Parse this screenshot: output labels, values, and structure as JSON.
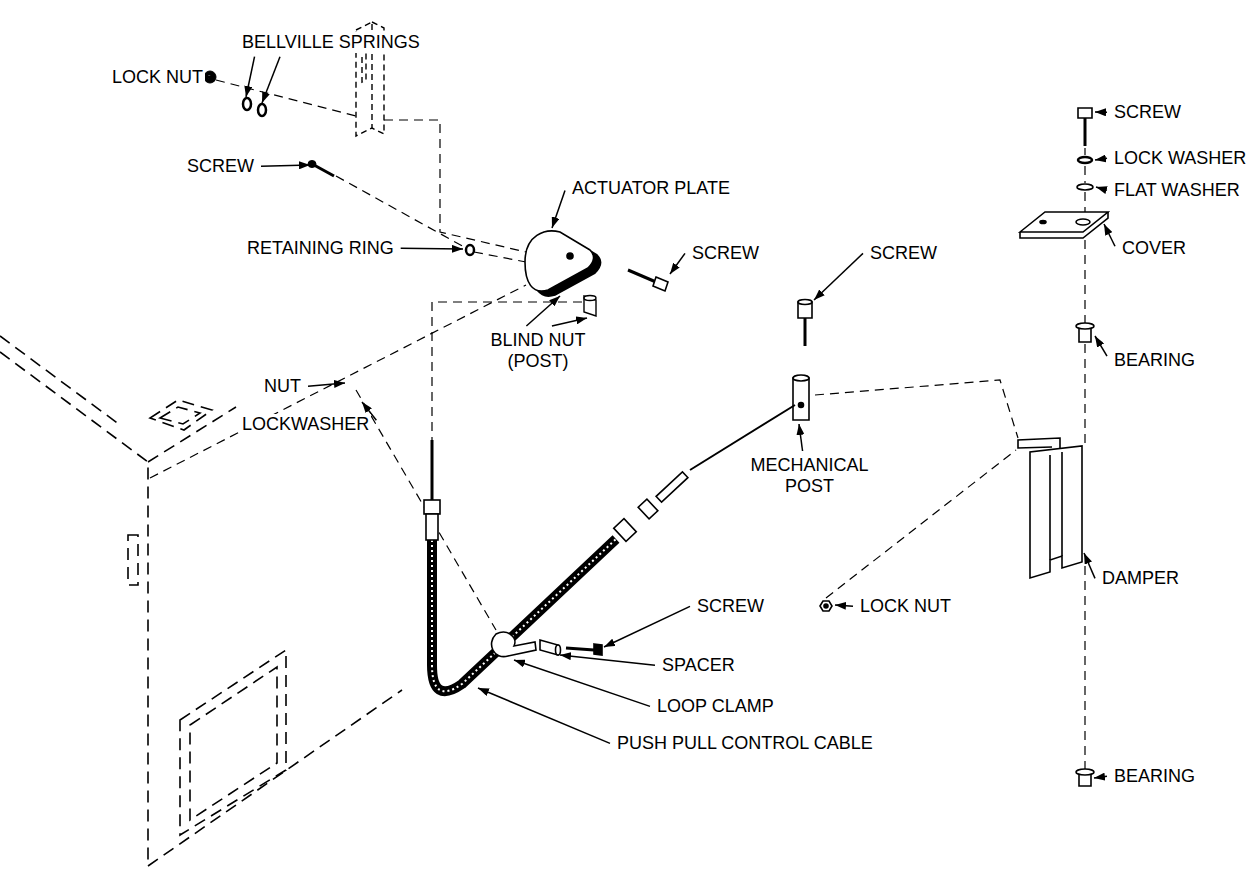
{
  "diagram": {
    "labels": [
      "LOCK NUT",
      "BELLVILLE SPRINGS",
      "SCREW",
      "ACTUATOR PLATE",
      "RETAINING RING",
      "SCREW",
      "SCREW",
      "SCREW",
      "LOCK WASHER",
      "FLAT WASHER",
      "COVER",
      "BEARING",
      "BLIND NUT (POST)",
      "MECHANICAL POST",
      "NUT",
      "LOCKWASHER",
      "SCREW",
      "LOCK NUT",
      "DAMPER",
      "SPACER",
      "LOOP CLAMP",
      "BEARING",
      "PUSH PULL CONTROL CABLE"
    ]
  }
}
